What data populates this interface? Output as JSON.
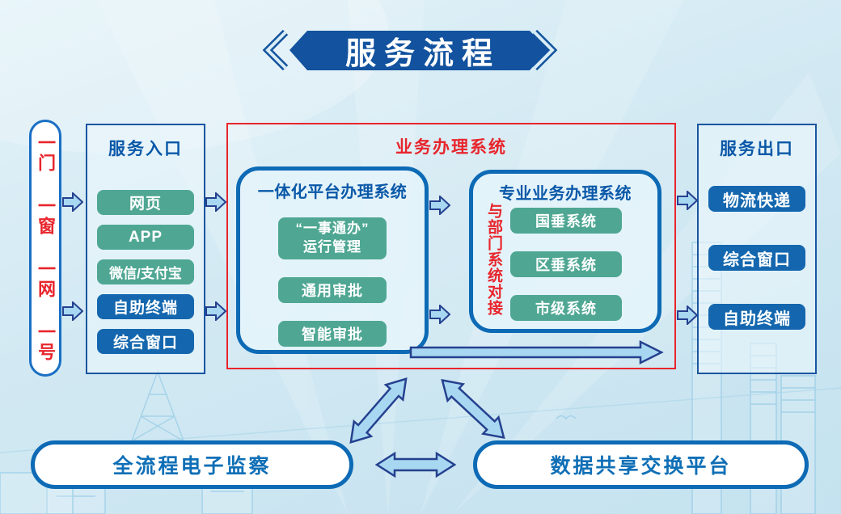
{
  "title_banner": {
    "label": "服务流程"
  },
  "slogan_pill": {
    "label": "一门 一窗 一网 一号"
  },
  "service_entry": {
    "title": "服务入口",
    "items": [
      {
        "label": "网页",
        "color": "green"
      },
      {
        "label": "APP",
        "color": "green"
      },
      {
        "label": "微信/支付宝",
        "color": "green"
      },
      {
        "label": "自助终端",
        "color": "blue"
      },
      {
        "label": "综合窗口",
        "color": "blue"
      }
    ]
  },
  "business_system": {
    "title": "业务办理系统",
    "integrated_platform": {
      "title": "一体化平台办理系统",
      "item1_line1": "“一事通办”",
      "item1_line2": "运行管理",
      "item2": "通用审批",
      "item3": "智能审批"
    },
    "professional": {
      "title": "专业业务办理系统",
      "side_label": "与部门系统对接",
      "item1": "国垂系统",
      "item2": "区垂系统",
      "item3": "市级系统"
    }
  },
  "service_exit": {
    "title": "服务出口",
    "items": [
      {
        "label": "物流快递"
      },
      {
        "label": "综合窗口"
      },
      {
        "label": "自助终端"
      }
    ]
  },
  "bottom": {
    "left_box": "全流程电子监察",
    "right_box": "数据共享交换平台"
  },
  "colors": {
    "banner_blue": "#12529e",
    "border_blue": "#0d6ab5",
    "title_blue": "#0a58a8",
    "red": "#e8252c",
    "green_item": "#4fa793",
    "blue_item": "#1467ae",
    "arrow_fill": "#a8d7f1",
    "arrow_stroke": "#25418f",
    "bottom_text_blue": "#0f6fb6",
    "background": "#cfe7f2"
  }
}
